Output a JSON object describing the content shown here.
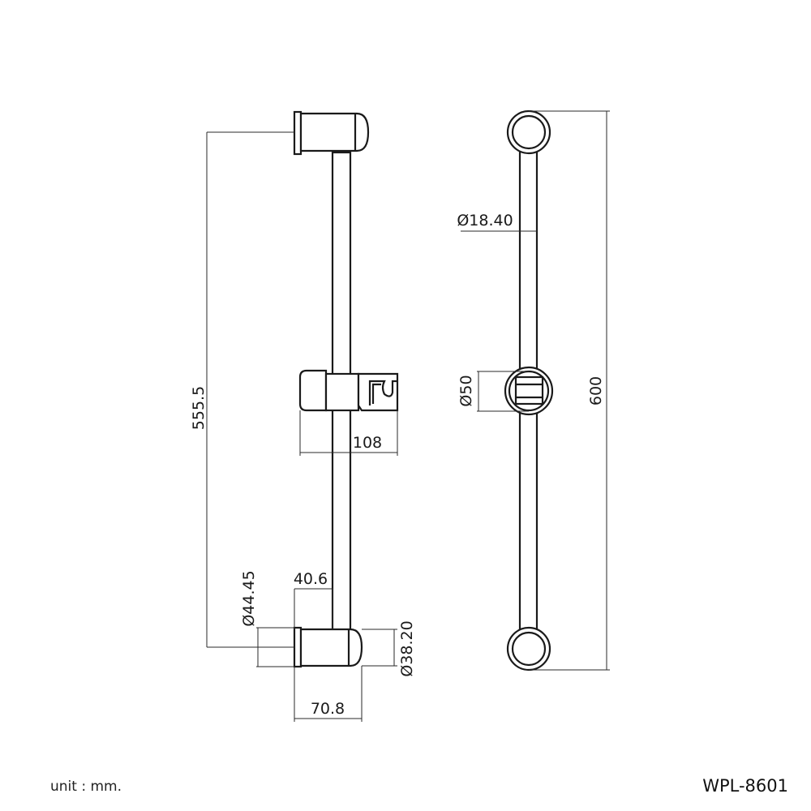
{
  "drawing": {
    "model": "WPL-8601",
    "unit_note": "unit : mm.",
    "dimensions": {
      "total_centers": "555.5",
      "holder_length": "108",
      "wall_offset": "40.6",
      "flange_dia": "Ø44.45",
      "bracket_dia": "Ø38.20",
      "bracket_depth": "70.8",
      "rail_dia": "Ø18.40",
      "slider_dia": "Ø50",
      "overall_length": "600"
    }
  },
  "colors": {
    "line": "#1a1a1a",
    "background": "#ffffff"
  }
}
